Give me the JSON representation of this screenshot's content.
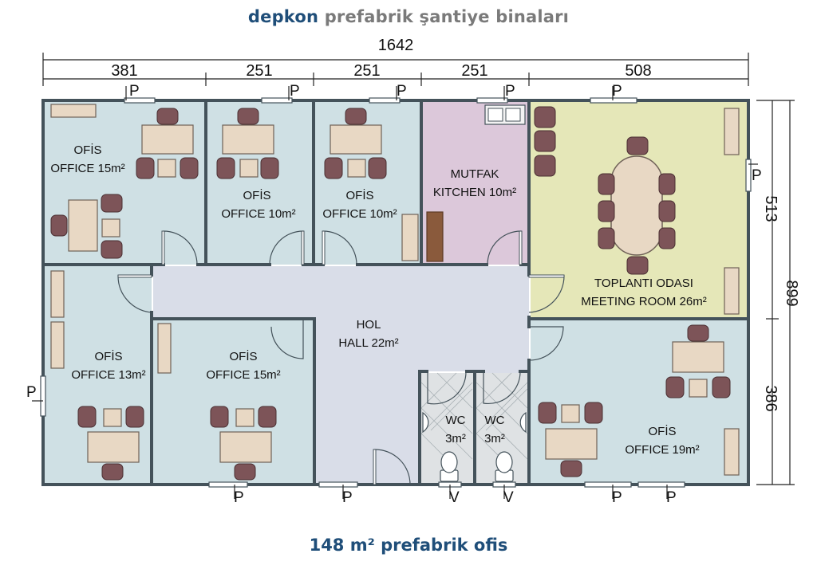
{
  "header": {
    "brand": "depkon",
    "rest": "prefabrik şantiye binaları"
  },
  "footer": {
    "caption": "148 m² prefabrik ofis"
  },
  "dimensions": {
    "total_width": "1642",
    "segments": [
      "381",
      "251",
      "251",
      "251",
      "508"
    ],
    "total_depth": "899",
    "right_segments": [
      "513",
      "386"
    ]
  },
  "rooms": [
    {
      "id": "office-nw",
      "name_tr": "OFİS",
      "name_en": "OFFICE 15m²"
    },
    {
      "id": "office-2",
      "name_tr": "OFİS",
      "name_en": "OFFICE 10m²"
    },
    {
      "id": "office-3",
      "name_tr": "OFİS",
      "name_en": "OFFICE 10m²"
    },
    {
      "id": "kitchen",
      "name_tr": "MUTFAK",
      "name_en": "KITCHEN 10m²"
    },
    {
      "id": "meeting",
      "name_tr": "TOPLANTI ODASI",
      "name_en": "MEETING ROOM 26m²"
    },
    {
      "id": "office-w",
      "name_tr": "OFİS",
      "name_en": "OFFICE 13m²"
    },
    {
      "id": "office-sw",
      "name_tr": "OFİS",
      "name_en": "OFFICE 15m²"
    },
    {
      "id": "hall",
      "name_tr": "HOL",
      "name_en": "HALL 22m²"
    },
    {
      "id": "wc-1",
      "name_tr": "WC",
      "name_en": "3m²"
    },
    {
      "id": "wc-2",
      "name_tr": "WC",
      "name_en": "3m²"
    },
    {
      "id": "office-se",
      "name_tr": "OFİS",
      "name_en": "OFFICE 19m²"
    }
  ],
  "markers": {
    "window": "P",
    "vent": "V"
  },
  "colors": {
    "office": "#cfe0e4",
    "kitchen": "#dcc8da",
    "meeting": "#e5e7b8",
    "hall": "#d9dde8",
    "wc": "#dfe2e4",
    "wall": "#44525a",
    "furniture": "#e8d8c4",
    "chair": "#7d5458",
    "brand": "#1f4e79"
  }
}
